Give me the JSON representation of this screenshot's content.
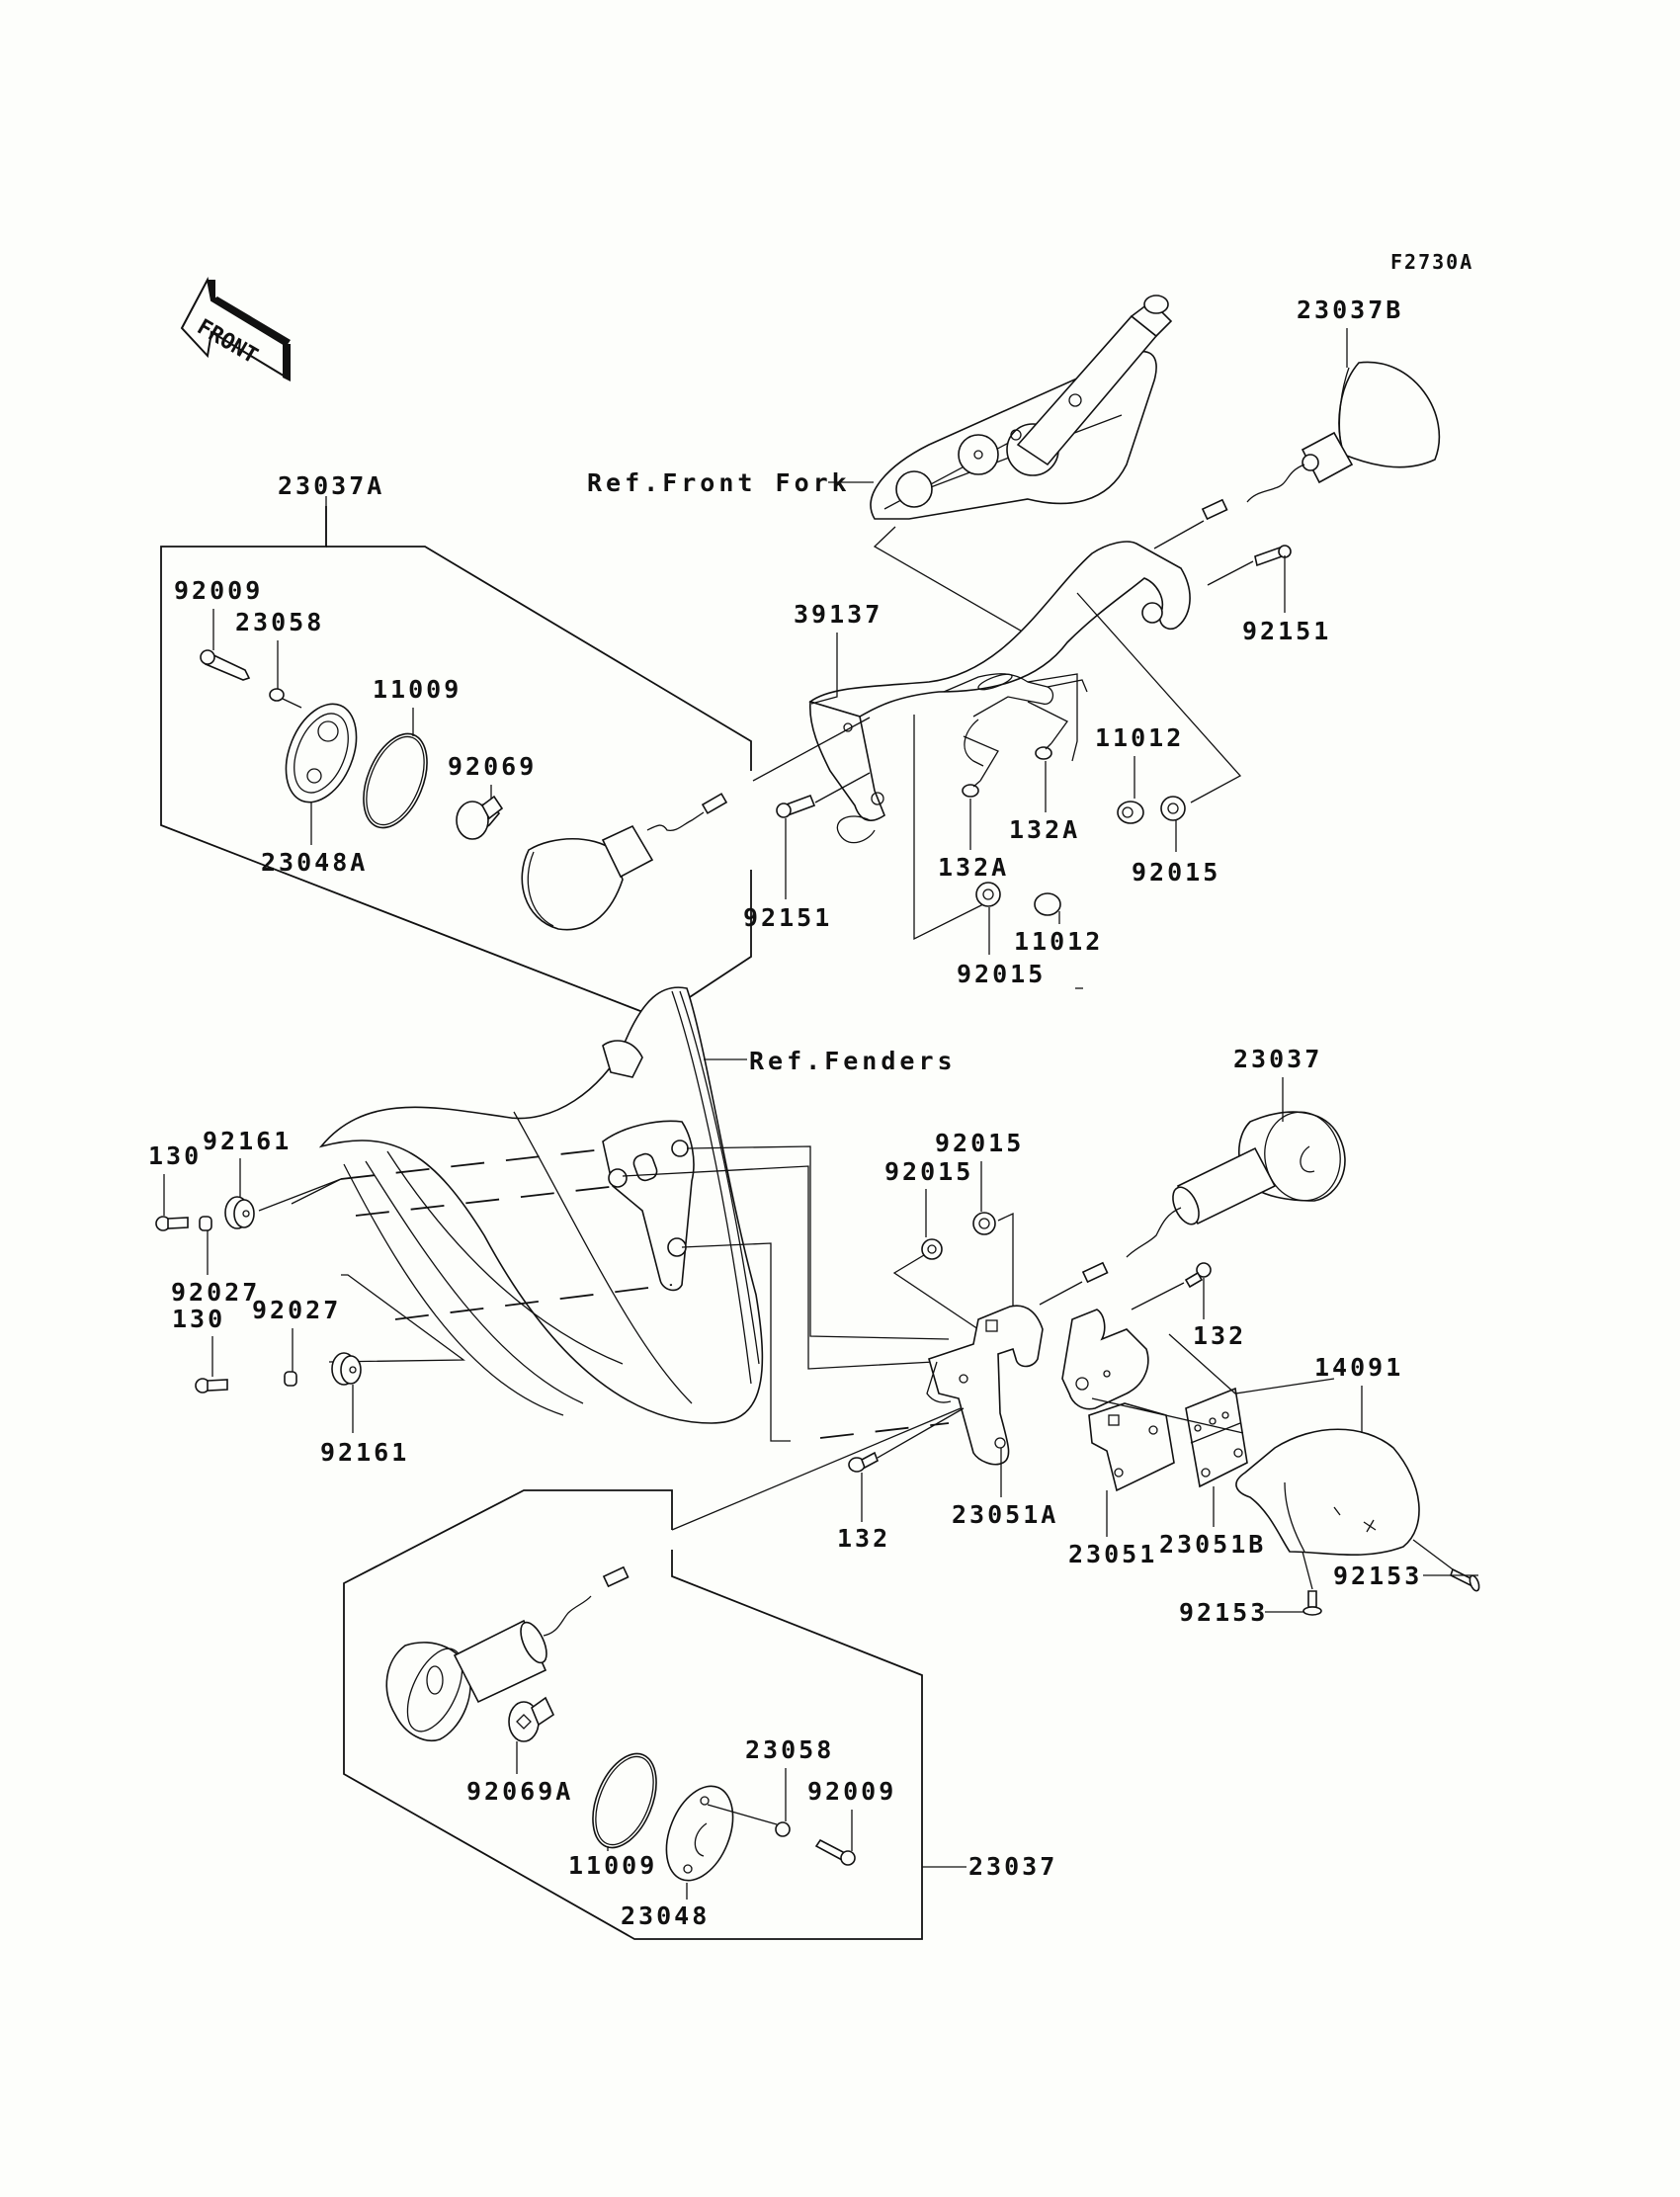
{
  "diagram": {
    "figure_code": "F2730A",
    "front_indicator": "FRONT",
    "references": {
      "front_fork": "Ref.Front Fork",
      "fenders": "Ref.Fenders"
    },
    "labels": {
      "p23037B": "23037B",
      "p23037A": "23037A",
      "p92009_top": "92009",
      "p23058_top": "23058",
      "p11009_top": "11009",
      "p92069": "92069",
      "p23048A": "23048A",
      "p39137": "39137",
      "p92151_right": "92151",
      "p11012_upper": "11012",
      "p132A_right": "132A",
      "p132A_left": "132A",
      "p92015_right": "92015",
      "p92151_left": "92151",
      "p11012_lower": "11012",
      "p92015_lower": "92015",
      "p23037_mid": "23037",
      "p130_top": "130",
      "p92161_top": "92161",
      "p92015_mid_a": "92015",
      "p92015_mid_b": "92015",
      "p92027_top": "92027",
      "p130_lower": "130",
      "p92027_lower": "92027",
      "p132_right": "132",
      "p14091": "14091",
      "p92161_lower": "92161",
      "p23051A": "23051A",
      "p132_lower": "132",
      "p23051": "23051",
      "p23051B": "23051B",
      "p92153_right": "92153",
      "p92153_lower": "92153",
      "p23058_bottom": "23058",
      "p92009_bottom": "92009",
      "p92069A": "92069A",
      "p23037_bottom": "23037",
      "p11009_bottom": "11009",
      "p23048": "23048"
    }
  }
}
